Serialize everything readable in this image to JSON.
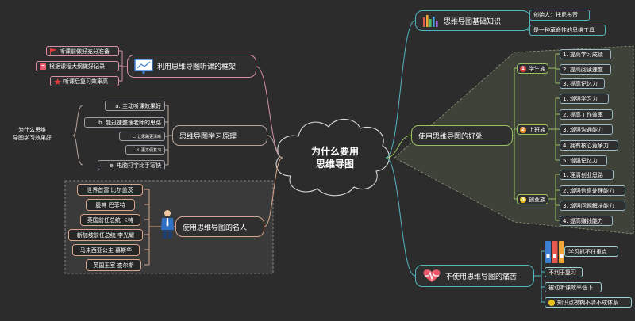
{
  "center": {
    "line1": "为什么要用",
    "line2": "思维导图"
  },
  "basics": {
    "title": "思维导图基础知识",
    "items": [
      "创始人：托尼布赞",
      "是一种革命性的思维工具"
    ]
  },
  "benefits": {
    "title": "使用思维导图的好处",
    "groups": [
      {
        "label": "学生族",
        "badge": "1",
        "badge_color": "#e23b3b",
        "items": [
          "1. 提高学习成绩",
          "2. 提高阅读速度",
          "3. 提高记忆力"
        ]
      },
      {
        "label": "上班族",
        "badge": "2",
        "badge_color": "#f08a1c",
        "items": [
          "1. 增强学习力",
          "2. 提高工作效率",
          "3. 增强沟通能力",
          "4. 拥有核心竞争力",
          "5. 增强记忆力"
        ]
      },
      {
        "label": "创业族",
        "badge": "3",
        "badge_color": "#e8c21a",
        "items": [
          "1. 理清创业思路",
          "2. 增强信息处理能力",
          "3. 增强问题解决能力",
          "4. 提高赚钱能力"
        ]
      }
    ]
  },
  "pain": {
    "title": "不使用思维导图的痛苦",
    "items": [
      "学习抓不住重点",
      "不利于复习",
      "被动听课效率低下",
      "知识点模糊不清不成体系"
    ]
  },
  "framework": {
    "title": "利用思维导图听课的框架",
    "items": [
      "听课前做好充分准备",
      "根据课程大纲做好记录",
      "听课后复习效率高"
    ]
  },
  "principle": {
    "title": "思维导图学习原理",
    "items": [
      "a. 主动听课效果好",
      "b. 能迅速整理老师的思路",
      "c. 让思路更清晰",
      "d. 更方便复习",
      "e. 电脑打字比手写快"
    ],
    "callout": {
      "line1": "为什么思维",
      "line2": "导图学习效果好"
    }
  },
  "famous": {
    "title": "使用思维导图的名人",
    "items": [
      "世界首富 比尔盖茨",
      "股神 巴菲特",
      "英国前任总统 卡特",
      "新加坡前任总统 李光耀",
      "马来西亚公主 慕斯华",
      "英国王室 查尔斯"
    ]
  },
  "colors": {
    "background": "#2c2c2c",
    "basics": "#52b6c1",
    "benefits": "#9ac065",
    "pain": "#52b6c1",
    "framework": "#d68fa8",
    "principle": "#b6a79e",
    "famous": "#d9a58c"
  },
  "icons": {
    "basics": "bar-chart-icon",
    "framework": "presentation-board-icon",
    "famous": "businessman-icon",
    "pain": "heart-pulse-icon",
    "pain_item": "binders-icon",
    "framework_items": [
      "flag-icon",
      "clipboard-icon",
      "star-icon"
    ]
  }
}
